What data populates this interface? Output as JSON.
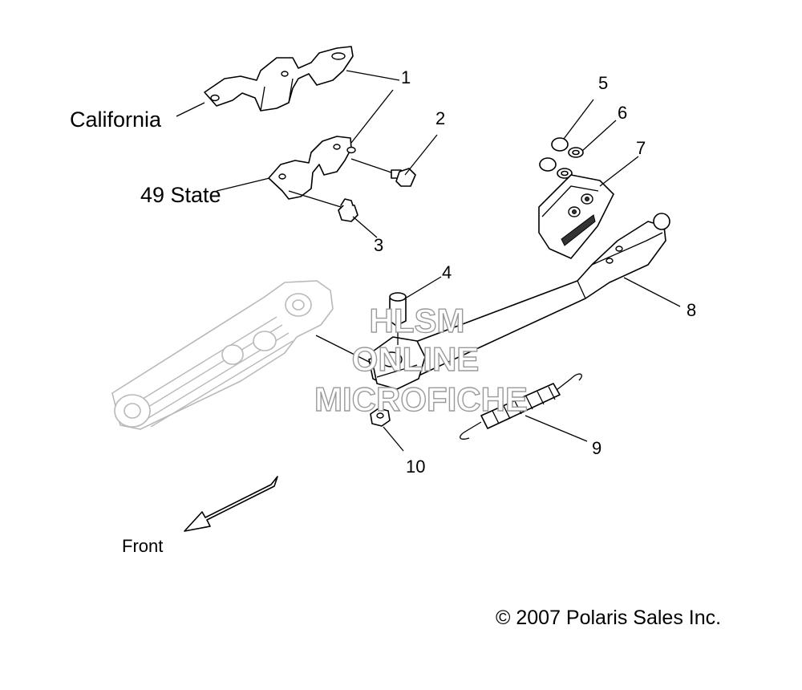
{
  "callouts": {
    "c1": "1",
    "c2": "2",
    "c3": "3",
    "c4": "4",
    "c5": "5",
    "c6": "6",
    "c7": "7",
    "c8": "8",
    "c9": "9",
    "c10": "10"
  },
  "labels": {
    "california": "California",
    "state49": "49 State",
    "front": "Front"
  },
  "watermark": {
    "line1": "HLSM",
    "line2": "ONLINE",
    "line3": "MICROFICHE"
  },
  "copyright": "© 2007 Polaris Sales Inc."
}
